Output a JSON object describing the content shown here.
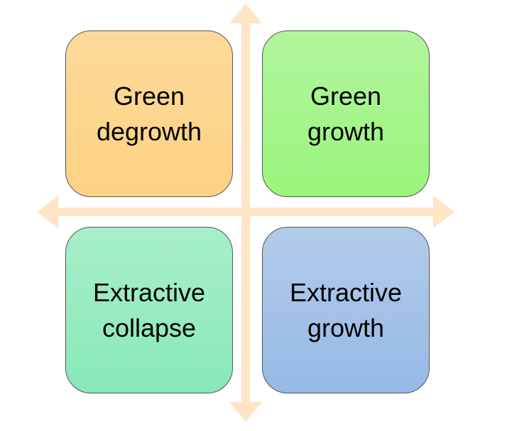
{
  "colors": {
    "axis": "#ffe4c6"
  },
  "quadrants": {
    "top_left": {
      "line1": "Green",
      "line2": "degrowth"
    },
    "top_right": {
      "line1": "Green",
      "line2": "growth"
    },
    "bottom_left": {
      "line1": "Extractive",
      "line2": "collapse"
    },
    "bottom_right": {
      "line1": "Extractive",
      "line2": "growth"
    }
  }
}
